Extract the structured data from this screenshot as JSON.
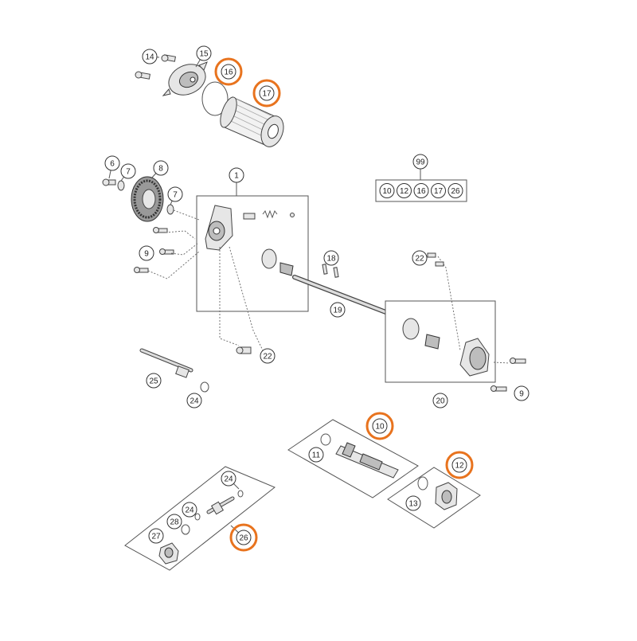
{
  "highlight_color": "#e8731e",
  "callouts": [
    {
      "id": "c14",
      "label": "14"
    },
    {
      "id": "c15",
      "label": "15"
    },
    {
      "id": "c16",
      "label": "16",
      "highlighted": true
    },
    {
      "id": "c17",
      "label": "17",
      "highlighted": true
    },
    {
      "id": "c6",
      "label": "6"
    },
    {
      "id": "c7a",
      "label": "7"
    },
    {
      "id": "c8",
      "label": "8"
    },
    {
      "id": "c7b",
      "label": "7"
    },
    {
      "id": "c1",
      "label": "1"
    },
    {
      "id": "c9a",
      "label": "9"
    },
    {
      "id": "c18",
      "label": "18"
    },
    {
      "id": "c22a",
      "label": "22"
    },
    {
      "id": "c19",
      "label": "19"
    },
    {
      "id": "c22b",
      "label": "22"
    },
    {
      "id": "c25",
      "label": "25"
    },
    {
      "id": "c24a",
      "label": "24"
    },
    {
      "id": "c20",
      "label": "20"
    },
    {
      "id": "c9b",
      "label": "9"
    },
    {
      "id": "c10",
      "label": "10",
      "highlighted": true
    },
    {
      "id": "c11",
      "label": "11"
    },
    {
      "id": "c12",
      "label": "12",
      "highlighted": true
    },
    {
      "id": "c13",
      "label": "13"
    },
    {
      "id": "c24b",
      "label": "24"
    },
    {
      "id": "c24c",
      "label": "24"
    },
    {
      "id": "c28",
      "label": "28"
    },
    {
      "id": "c27",
      "label": "27"
    },
    {
      "id": "c26",
      "label": "26",
      "highlighted": true
    },
    {
      "id": "c99",
      "label": "99"
    }
  ],
  "kit_box": {
    "items": [
      "10",
      "12",
      "16",
      "17",
      "26"
    ]
  }
}
